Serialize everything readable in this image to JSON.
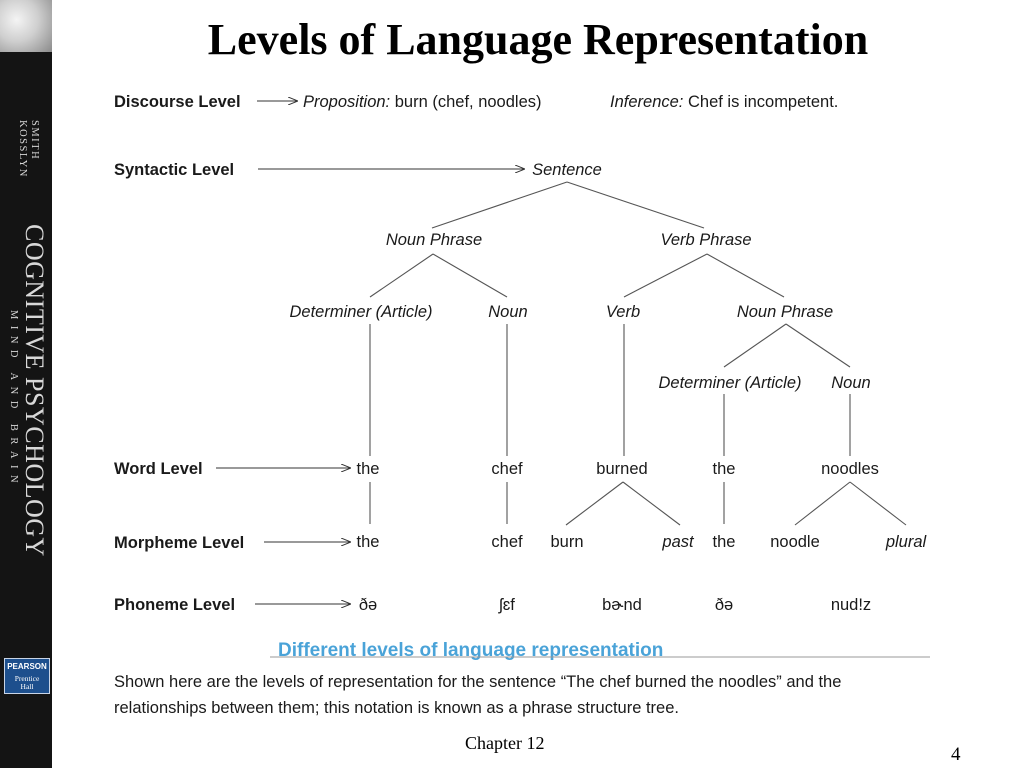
{
  "slide": {
    "title": "Levels of Language Representation",
    "chapter": "Chapter 12",
    "page_number": "4"
  },
  "sidebar": {
    "authors_line1": "SMITH",
    "authors_line2": "KOSSLYN",
    "book_title": "COGNITIVE PSYCHOLOGY",
    "book_subtitle": "MIND AND BRAIN",
    "publisher_line1": "PEARSON",
    "publisher_line2": "Prentice",
    "publisher_line3": "Hall"
  },
  "diagram": {
    "levels": {
      "discourse": "Discourse Level",
      "syntactic": "Syntactic Level",
      "word": "Word Level",
      "morpheme": "Morpheme Level",
      "phoneme": "Phoneme Level"
    },
    "discourse": {
      "proposition_label": "Proposition:",
      "proposition_value": "burn (chef, noodles)",
      "inference_label": "Inference:",
      "inference_value": "Chef is incompetent."
    },
    "tree": {
      "sentence": "Sentence",
      "np1": "Noun Phrase",
      "vp": "Verb Phrase",
      "det1": "Determiner (Article)",
      "noun1": "Noun",
      "verb": "Verb",
      "np2": "Noun Phrase",
      "det2": "Determiner (Article)",
      "noun2": "Noun"
    },
    "words": [
      "the",
      "chef",
      "burned",
      "the",
      "noodles"
    ],
    "morphemes": {
      "the1": "the",
      "chef": "chef",
      "burn": "burn",
      "past": "past",
      "the2": "the",
      "noodle": "noodle",
      "plural": "plural"
    },
    "phonemes": [
      "ðə",
      "ʃɛf",
      "bɚnd",
      "ðə",
      "nud!z"
    ],
    "caption": "Different levels of language representation",
    "description_line1": "Shown here are the levels of representation for the sentence “The chef burned the noodles” and the",
    "description_line2": "relationships between them; this notation is known as a phrase structure tree."
  },
  "colors": {
    "sidebar_bg": "#141414",
    "caption_blue": "#4aa3d8",
    "publisher_blue": "#1d4f8d"
  }
}
